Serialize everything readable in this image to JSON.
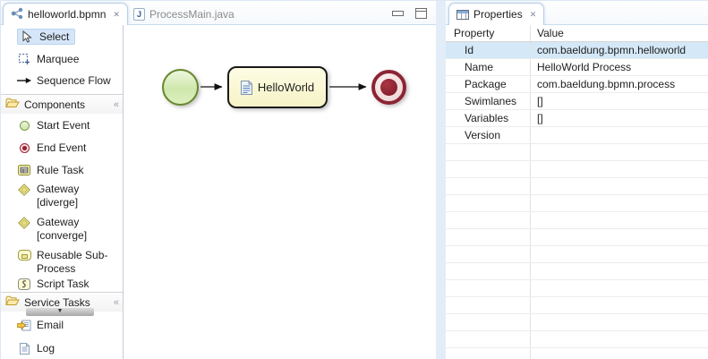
{
  "editor": {
    "tabs": {
      "bpmn": {
        "label": "helloworld.bpmn"
      },
      "java": {
        "label": "ProcessMain.java"
      }
    }
  },
  "palette": {
    "tools": {
      "select": "Select",
      "marquee": "Marquee",
      "sequence_flow": "Sequence Flow"
    },
    "components": {
      "title": "Components",
      "start_event": "Start Event",
      "end_event": "End Event",
      "rule_task": "Rule Task",
      "gateway_diverge": [
        "Gateway",
        "[diverge]"
      ],
      "gateway_converge": [
        "Gateway",
        "[converge]"
      ],
      "reusable_subprocess": [
        "Reusable Sub-",
        "Process"
      ],
      "script_task": "Script Task"
    },
    "service_tasks": {
      "title": "Service Tasks",
      "email": "Email",
      "log": "Log"
    }
  },
  "canvas": {
    "task_label": "HelloWorld"
  },
  "properties": {
    "tab_label": "Properties",
    "columns": {
      "property": "Property",
      "value": "Value"
    },
    "rows": [
      {
        "property": "Id",
        "value": "com.baeldung.bpmn.helloworld"
      },
      {
        "property": "Name",
        "value": "HelloWorld Process"
      },
      {
        "property": "Package",
        "value": "com.baeldung.bpmn.process"
      },
      {
        "property": "Swimlanes",
        "value": "[]"
      },
      {
        "property": "Variables",
        "value": "[]"
      },
      {
        "property": "Version",
        "value": ""
      }
    ]
  },
  "icons": {
    "close_glyph": "✕",
    "java_glyph": "J",
    "collapse_glyph": "«",
    "scroll_down_glyph": "▼"
  },
  "colors": {
    "selection_blue": "#d4e8f8",
    "start_event_fill": "#cfe7ab",
    "start_event_border": "#67862e",
    "end_event_maroon": "#8c2433",
    "task_fill": "#f6f3c6",
    "sash_blue": "#e3edf7"
  }
}
